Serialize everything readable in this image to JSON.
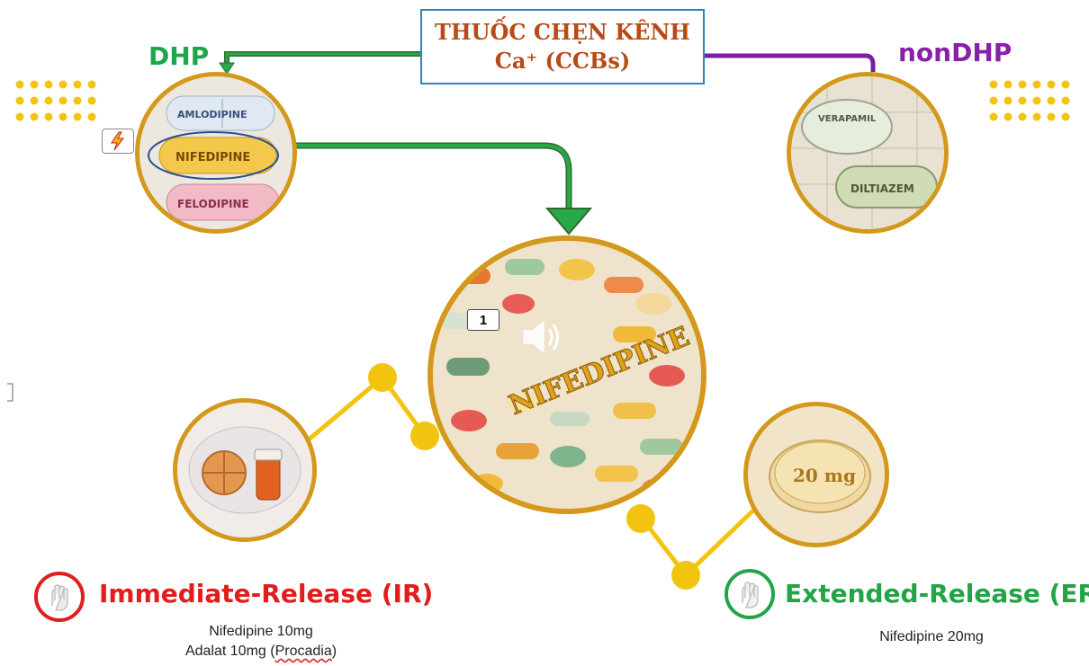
{
  "title": {
    "line1": "THUỐC CHẸN KÊNH",
    "line2": "Ca⁺ (CCBs)"
  },
  "groups": {
    "dhp": "DHP",
    "nondhp": "nonDHP"
  },
  "pill_labels": {
    "dhp": [
      "AMLODIPINE",
      "NIFEDIPINE",
      "FELODIPINE"
    ],
    "nondhp": [
      "VERAPAMIL",
      "DILTIAZEM"
    ],
    "center": "NIFEDIPINE",
    "er": "20 mg"
  },
  "slide_number": "1",
  "ir": {
    "title": "Immediate-Release (IR)",
    "line1": "Nifedipine 10mg",
    "line2_prefix": "Adalat 10mg (",
    "line2_word": "Procadia",
    "line2_suffix": ")"
  },
  "er": {
    "title": "Extended-Release (ER)",
    "line1": "Nifedipine 20mg"
  },
  "colors": {
    "dhp_green": "#1fa54a",
    "nondhp_purple": "#8a1fa8",
    "circle_border": "#d4981a",
    "connector_yellow": "#f2c40f",
    "ir_red": "#e11d1d",
    "er_green": "#22a447",
    "title_text": "#b84a16",
    "title_border": "#2f87b5"
  },
  "icons": {
    "flash": "lightning-icon",
    "speaker": "speaker-icon",
    "ir": "ir-hand-icon",
    "er": "er-hand-icon"
  }
}
